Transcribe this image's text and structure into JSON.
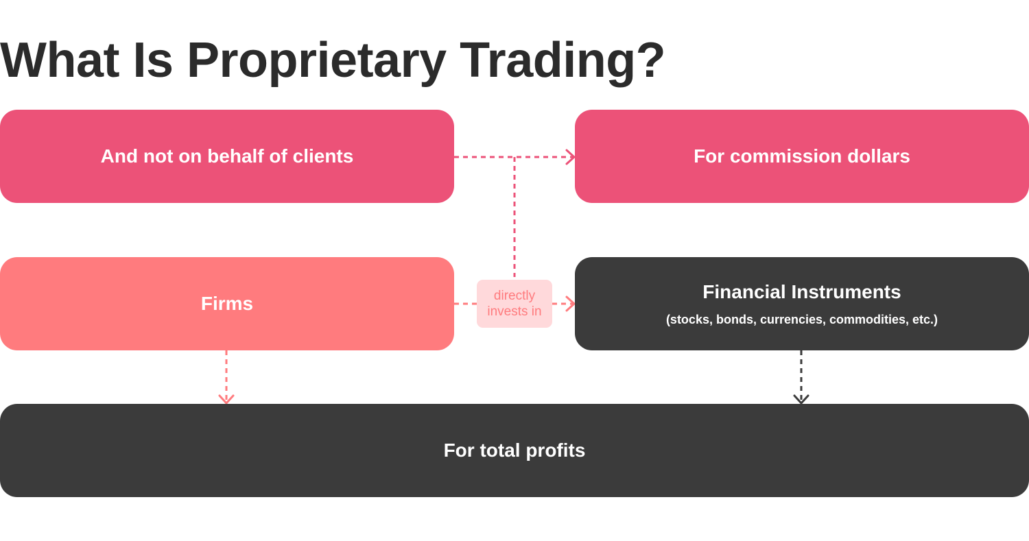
{
  "title": "What Is Proprietary Trading?",
  "colors": {
    "pink": "#EC5278",
    "salmon": "#FF7B7E",
    "dark": "#3B3B3B",
    "label_bg": "#FFD9DB",
    "title": "#2B2B2B"
  },
  "nodes": {
    "not_clients": {
      "label": "And not on behalf of clients"
    },
    "commission": {
      "label": "For commission dollars"
    },
    "firms": {
      "label": "Firms"
    },
    "instruments": {
      "label": "Financial Instruments",
      "sublabel": "(stocks, bonds, currencies, commodities, etc.)"
    },
    "profits": {
      "label": "For total profits"
    }
  },
  "edges": [
    {
      "from": "firms",
      "to": "instruments",
      "label": "directly invests in"
    },
    {
      "from": "not_clients",
      "to": "commission",
      "label": ""
    },
    {
      "from": "firms",
      "to": "profits",
      "label": ""
    },
    {
      "from": "instruments",
      "to": "profits",
      "label": ""
    }
  ],
  "edge_label": "directly invests in"
}
